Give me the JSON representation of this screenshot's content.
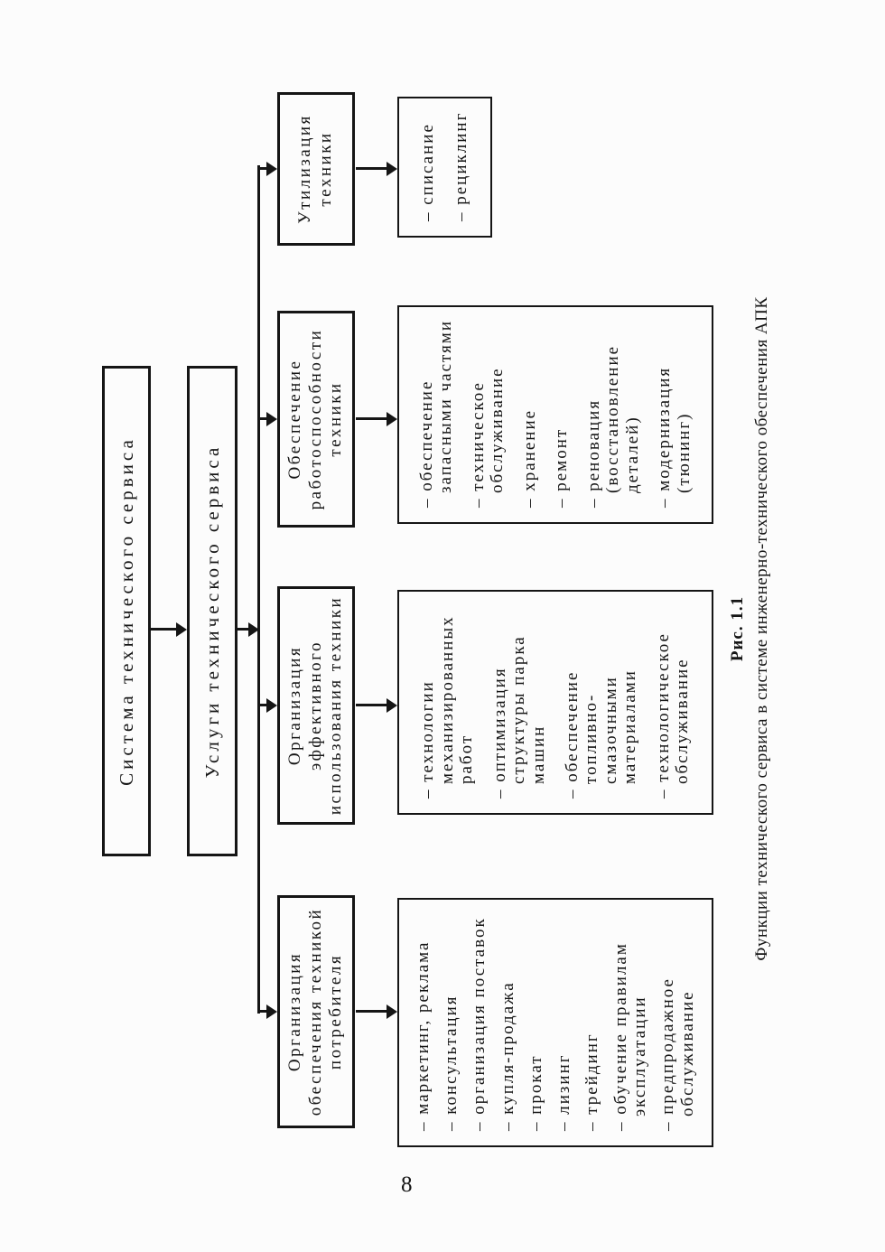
{
  "page": {
    "number": "8"
  },
  "colors": {
    "ink": "#151515",
    "background": "#fcfcfc"
  },
  "chart": {
    "root_label": "Система технического сервиса",
    "level2_label": "Услуги технического сервиса",
    "branches": [
      {
        "id": "consumer-supply",
        "title_lines": [
          "Организация",
          "обеспечения техникой",
          "потребителя"
        ],
        "items": [
          "– маркетинг, реклама",
          "– консультация",
          "– организация поставок",
          "– купля-продажа",
          "– прокат",
          "– лизинг",
          "– трейдинг",
          "– обучение правилам\nэксплуатации",
          "– предпродажное\nобслуживание"
        ]
      },
      {
        "id": "effective-use",
        "title_lines": [
          "Организация",
          "эффективного",
          "использования техники"
        ],
        "items": [
          "– технологии\nмеханизированных\nработ",
          "– оптимизация\nструктуры парка\nмашин",
          "– обеспечение\nтопливно-\nсмазочными\nматериалами",
          "– технологическое\nобслуживание"
        ]
      },
      {
        "id": "operability",
        "title_lines": [
          "Обеспечение",
          "работоспособности",
          "техники"
        ],
        "items": [
          "– обеспечение\nзапасными частями",
          "– техническое\nобслуживание",
          "– хранение",
          "– ремонт",
          "– реновация\n(восстановление\nдеталей)",
          "– модернизация\n(тюнинг)"
        ]
      },
      {
        "id": "utilization",
        "title_lines": [
          "Утилизация",
          "техники"
        ],
        "items": [
          "– списание",
          "– рециклинг"
        ]
      }
    ],
    "caption_label": "Рис. 1.1",
    "caption_text": "Функции технического сервиса в системе инженерно-технического обеспечения АПК"
  }
}
